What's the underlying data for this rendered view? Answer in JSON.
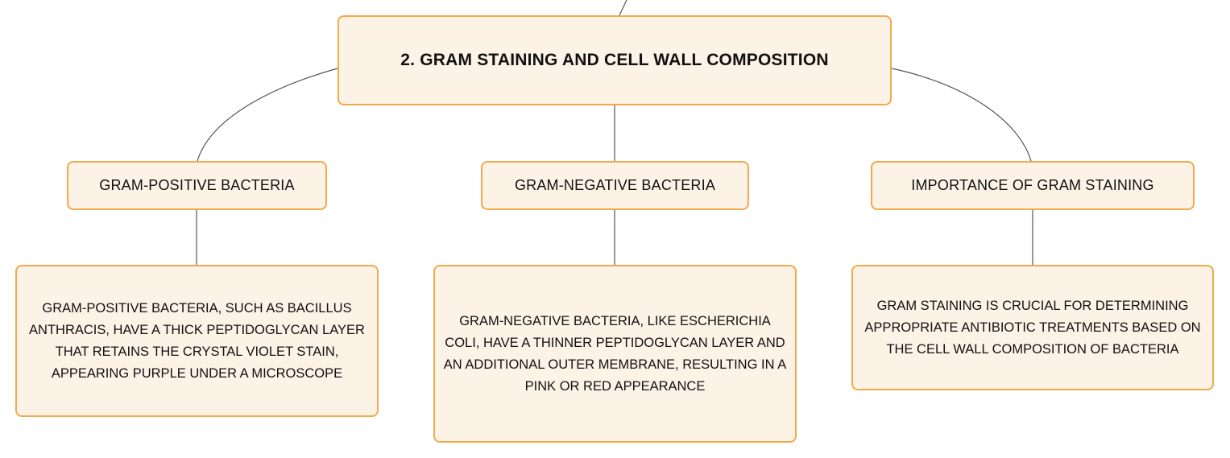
{
  "root": {
    "label": "2. Gram Staining and Cell Wall Composition"
  },
  "branches": [
    {
      "label": "Gram-positive bacteria",
      "detail": "Gram-positive bacteria, such as Bacillus anthracis, have a thick peptidoglycan layer that retains the crystal violet stain, appearing purple under a microscope"
    },
    {
      "label": "Gram-negative bacteria",
      "detail": "Gram-negative bacteria, like Escherichia coli, have a thinner peptidoglycan layer and an additional outer membrane, resulting in a pink or red appearance"
    },
    {
      "label": "Importance of Gram staining",
      "detail": "Gram staining is crucial for determining appropriate antibiotic treatments based on the cell wall composition of bacteria"
    }
  ],
  "colors": {
    "node_fill": "#fdf2e6",
    "node_border": "#f2aa4c",
    "connector": "#555555",
    "text": "#111111"
  }
}
